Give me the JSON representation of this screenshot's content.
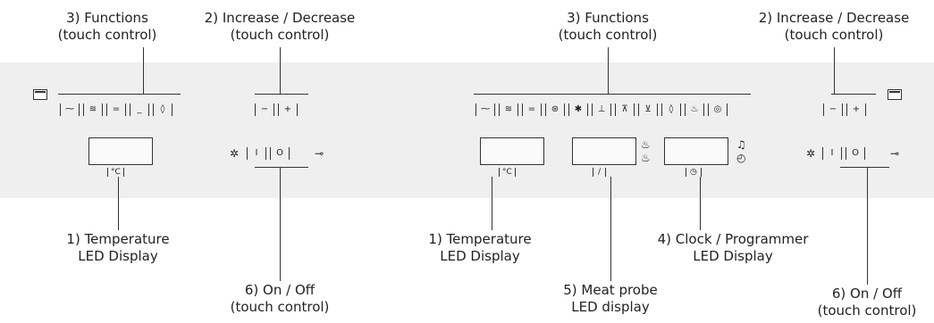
{
  "callouts": {
    "left_functions": "3) Functions\n(touch control)",
    "left_increase": "2) Increase / Decrease\n(touch control)",
    "left_temp": "1) Temperature\nLED Display",
    "left_onoff": "6) On / Off\n(touch control)",
    "right_functions": "3) Functions\n(touch control)",
    "right_increase": "2) Increase / Decrease\n(touch control)",
    "right_temp": "1) Temperature\nLED Display",
    "right_meat": "5) Meat probe\nLED display",
    "right_clock": "4) Clock / Programmer\nLED Display",
    "right_onoff": "6) On / Off\n(touch control)"
  },
  "labels": {
    "minus": "−",
    "plus": "+",
    "deg": "°C",
    "slash": "/",
    "power_i": "I",
    "power_o": "O"
  },
  "icons": {
    "oven": "oven-icon",
    "light": "light-icon",
    "key": "key-icon",
    "fan": "fan-icon",
    "bell": "bell-icon",
    "clock": "clock-icon"
  }
}
